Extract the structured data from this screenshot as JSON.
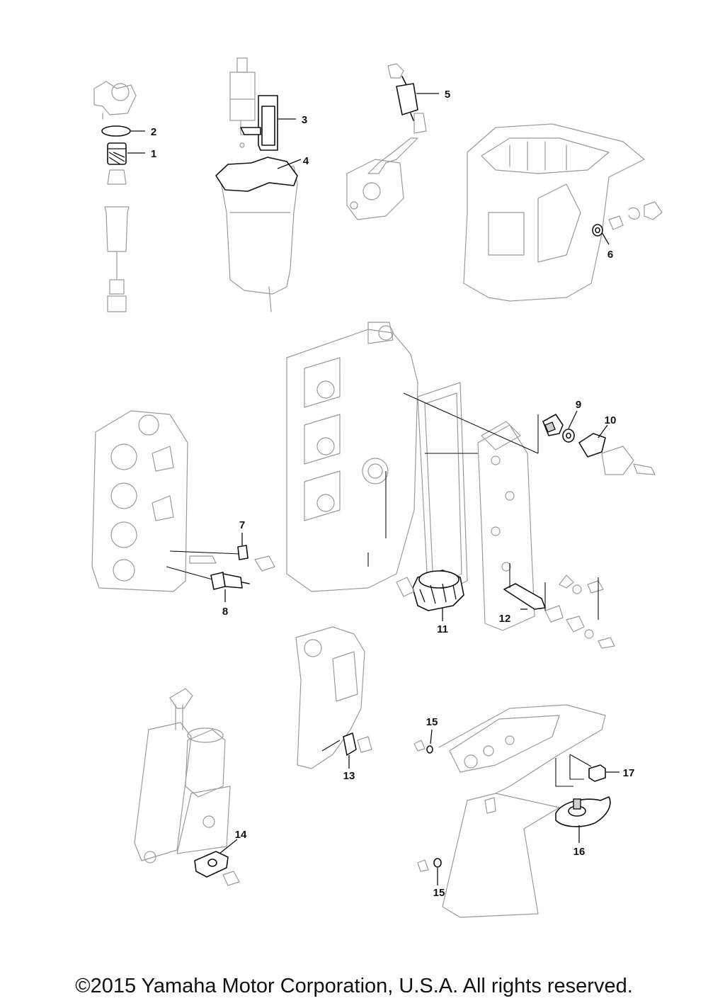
{
  "callouts": {
    "c1": "1",
    "c2": "2",
    "c3": "3",
    "c4": "4",
    "c5": "5",
    "c6": "6",
    "c7": "7",
    "c8": "8",
    "c9": "9",
    "c10": "10",
    "c11": "11",
    "c12": "12",
    "c13": "13",
    "c14": "14",
    "c15a": "15",
    "c15b": "15",
    "c16": "16",
    "c17": "17"
  },
  "footer": {
    "copyright": "©2015 Yamaha Motor Corporation, U.S.A. All rights reserved."
  },
  "colors": {
    "line": "#111111",
    "context": "#9a9a9a",
    "background": "#ffffff"
  }
}
